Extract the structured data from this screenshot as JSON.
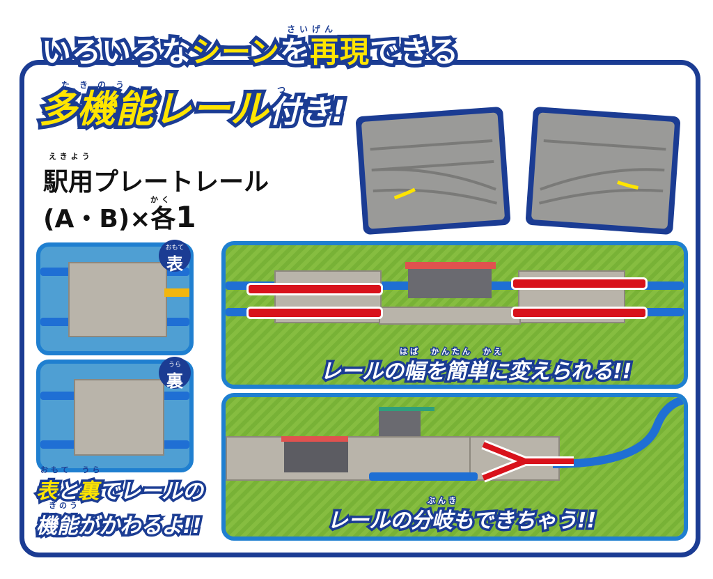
{
  "headline": {
    "line1_a": "いろいろな",
    "line1_b": "シーン",
    "line1_c": "を",
    "line1_d": "再現",
    "line1_e": "できる",
    "line1_ruby": "さいげん",
    "line2_a": "多機能レール",
    "line2_b": "付き!",
    "line2_ruby_a": "たきのう",
    "line2_ruby_b": "つ"
  },
  "product": {
    "ruby": "えきよう",
    "name": "駅用プレートレール",
    "spec_a": "(A・B)×各",
    "spec_b": "1",
    "spec_ruby": "かく"
  },
  "badges": {
    "front_ruby": "おもて",
    "front": "表",
    "back_ruby": "うら",
    "back": "裏"
  },
  "side_note": {
    "ruby1": "おもて　うら",
    "line1_a": "表",
    "line1_b": "と",
    "line1_c": "裏",
    "line1_d": "でレールの",
    "ruby2": "きのう",
    "line2": "機能がかわるよ!!"
  },
  "captions": {
    "top_ruby": "はば　かんたん　かえ",
    "top": "レールの幅を簡単に変えられる!!",
    "bottom_ruby": "ぶんき",
    "bottom": "レールの分岐もできちゃう!!"
  },
  "colors": {
    "navy": "#1b3c93",
    "yellow": "#ffe500",
    "panel_border": "#1f7fd0",
    "arrow_red": "#d8121b",
    "track_blue": "#1f6fd4"
  }
}
